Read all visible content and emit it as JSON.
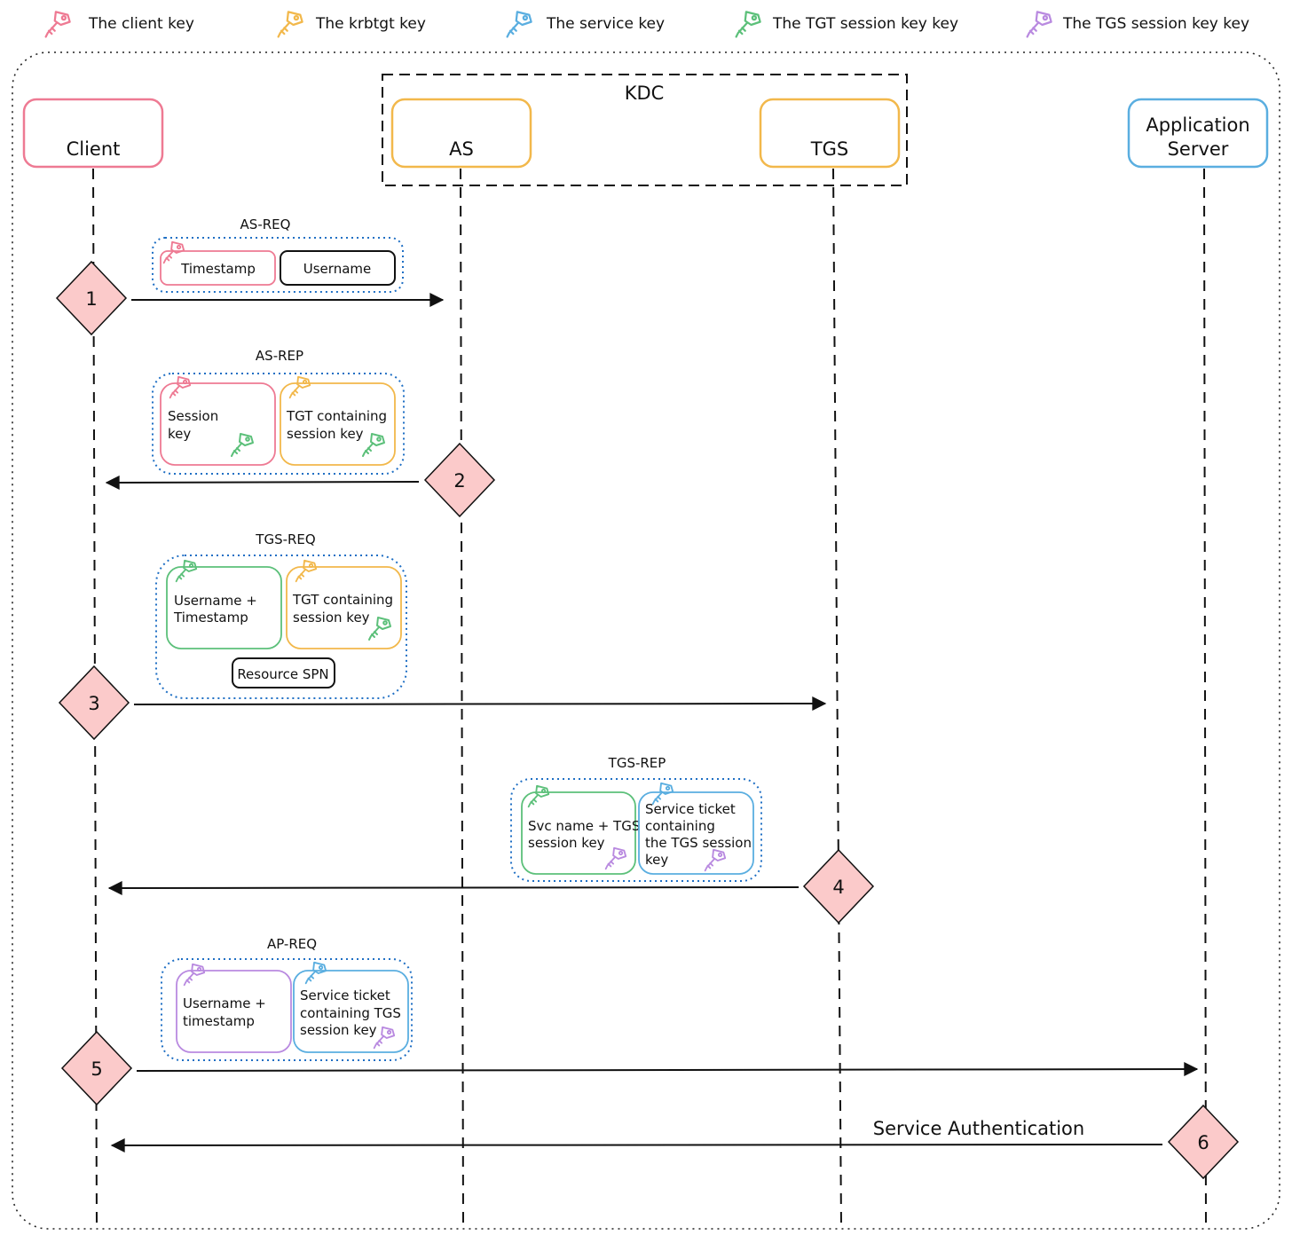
{
  "colors": {
    "client_key": "#ee7a93",
    "krbtgt_key": "#f2b84b",
    "service_key": "#5aaee0",
    "tgt_session_key": "#5cc07a",
    "tgs_session_key": "#b98ae0",
    "message_group_border": "#1f6fc4",
    "step_marker_fill": "#fbcaca"
  },
  "legend": [
    {
      "label": "The client key",
      "icon": "key-icon",
      "color": "#ee7a93"
    },
    {
      "label": "The krbtgt key",
      "icon": "key-icon",
      "color": "#f2b84b"
    },
    {
      "label": "The service key",
      "icon": "key-icon",
      "color": "#5aaee0"
    },
    {
      "label": "The TGT session key key",
      "icon": "key-icon",
      "color": "#5cc07a"
    },
    {
      "label": "The TGS session key key",
      "icon": "key-icon",
      "color": "#b98ae0"
    }
  ],
  "kdc": {
    "label": "KDC"
  },
  "actors": {
    "client": {
      "label": "Client"
    },
    "as": {
      "label": "AS"
    },
    "tgs": {
      "label": "TGS"
    },
    "app": {
      "line1": "Application",
      "line2": "Server"
    }
  },
  "steps": [
    "1",
    "2",
    "3",
    "4",
    "5",
    "6"
  ],
  "messages": {
    "as_req": {
      "title": "AS-REQ",
      "items": {
        "timestamp": "Timestamp",
        "username": "Username"
      }
    },
    "as_rep": {
      "title": "AS-REP",
      "items": {
        "session_key": {
          "line1": "Session",
          "line2": "key"
        },
        "tgt": {
          "line1": "TGT containing",
          "line2": "session key"
        }
      }
    },
    "tgs_req": {
      "title": "TGS-REQ",
      "items": {
        "user_ts": {
          "line1": "Username +",
          "line2": "Timestamp"
        },
        "tgt": {
          "line1": "TGT containing",
          "line2": "session key"
        },
        "spn": "Resource SPN"
      }
    },
    "tgs_rep": {
      "title": "TGS-REP",
      "items": {
        "svc_name": {
          "line1": "Svc name + TGS",
          "line2": "session key"
        },
        "ticket": {
          "line1": "Service ticket",
          "line2": "containing",
          "line3": "the TGS session",
          "line4": "key"
        }
      }
    },
    "ap_req": {
      "title": "AP-REQ",
      "items": {
        "user_ts": {
          "line1": "Username +",
          "line2": "timestamp"
        },
        "ticket": {
          "line1": "Service ticket",
          "line2": "containing TGS",
          "line3": "session key"
        }
      }
    },
    "service_auth": "Service Authentication"
  }
}
